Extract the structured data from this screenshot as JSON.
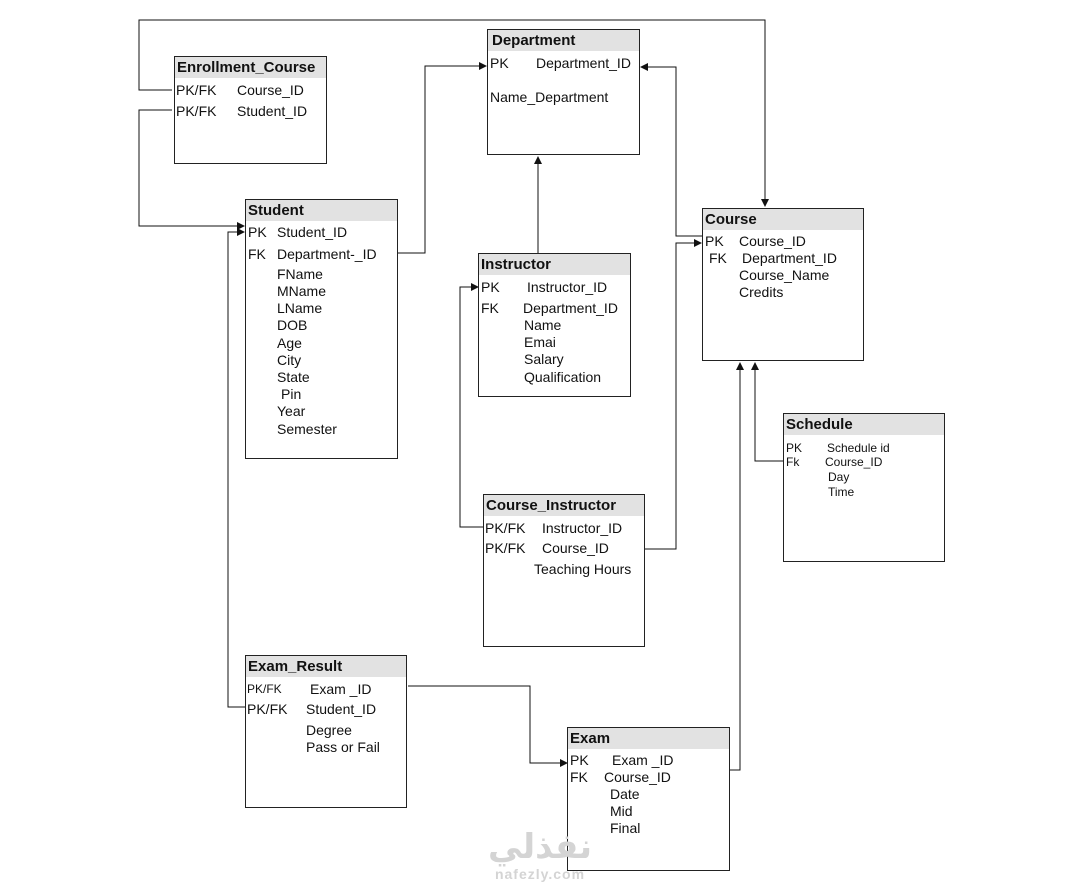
{
  "tables": {
    "enrollment_course": {
      "title": "Enrollment_Course",
      "keys": [
        "PK/FK",
        "PK/FK"
      ],
      "fields": [
        "Course_ID",
        "Student_ID"
      ]
    },
    "department": {
      "title": "Department",
      "keys": [
        "PK"
      ],
      "fields": [
        "Department_ID",
        "Name_Department"
      ]
    },
    "student": {
      "title": "Student",
      "keys": [
        "PK",
        "FK"
      ],
      "fields": [
        "Student_ID",
        "Department-_ID",
        "FName",
        "MName",
        "LName",
        "DOB",
        "Age",
        "City",
        "State",
        "Pin",
        "Year",
        "Semester"
      ]
    },
    "instructor": {
      "title": "Instructor",
      "keys": [
        "PK",
        "FK"
      ],
      "fields": [
        "Instructor_ID",
        "Department_ID",
        "Name",
        "Emai",
        "Salary",
        "Qualification"
      ]
    },
    "course": {
      "title": "Course",
      "keys": [
        "PK",
        "FK"
      ],
      "fields": [
        "Course_ID",
        "Department_ID",
        "Course_Name",
        "Credits"
      ]
    },
    "schedule": {
      "title": "Schedule",
      "keys": [
        "PK",
        "Fk"
      ],
      "fields": [
        "Schedule id",
        "Course_ID",
        "Day",
        "Time"
      ]
    },
    "course_instructor": {
      "title": "Course_Instructor",
      "keys": [
        "PK/FK",
        "PK/FK"
      ],
      "fields": [
        "Instructor_ID",
        "Course_ID",
        "Teaching Hours"
      ]
    },
    "exam_result": {
      "title": "Exam_Result",
      "keys": [
        "PK/FK",
        "PK/FK"
      ],
      "fields": [
        "Exam _ID",
        "Student_ID",
        "Degree",
        "Pass or Fail"
      ]
    },
    "exam": {
      "title": "Exam",
      "keys": [
        "PK",
        "FK"
      ],
      "fields": [
        "Exam _ID",
        "Course_ID",
        "Date",
        "Mid",
        "Final"
      ]
    }
  },
  "watermark": {
    "arabic": "نفذلي",
    "latin": "nafezly.com"
  }
}
